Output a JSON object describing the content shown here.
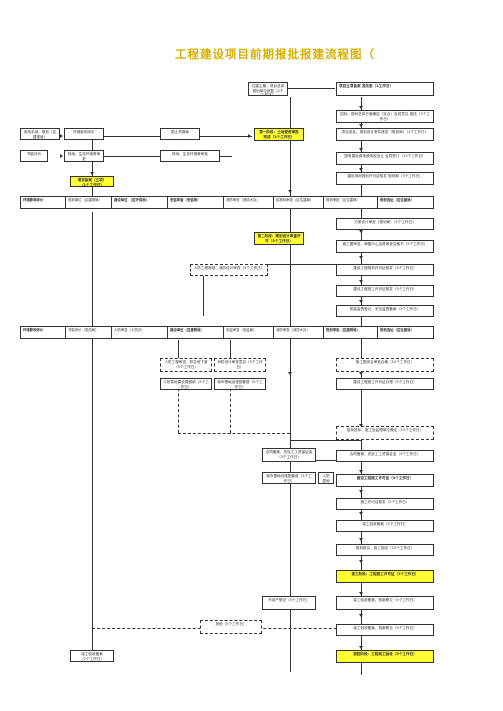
{
  "title": "工程建设项目前期报批报建流程图（",
  "boxes": {
    "b_top_mid": "住建主管、项目总体规划单位批复（2个工作日）",
    "b_top_right": "项目立项备案 发改委（1工作日）",
    "b_r2": "招标、规划总体方案确定（定点）及其意见 报送（3个工作日）",
    "b_r3": "项目选址、规划设计条件核发（规划局）（3个工作日）",
    "b_mid_yellow": "第一阶段：土地使用审批 完成（3个工作日）",
    "b_left1": "用地手续、规划（区建规局）",
    "b_left2": "环境影响评价",
    "b_left3": "节能评价",
    "b_r4": "国有建设用地使用权出让 合同签订（15个工作日）",
    "b_r5": "建设用地规划许可证核发 规划局（3个工作日）",
    "b_center1": "国土资源局",
    "b_center2": "林地、生态环境等审批",
    "b_dark_left": "项目备案（立项）",
    "b_dark_left_sub": "（1个工作日）",
    "b_r6": "方案设计审查（规划局）（5个工作日）",
    "b_yellow2": "第二阶段：规划设计审查许可（5个工作日）",
    "b_r7": "施工图审查、审图中心出具审查合格书（5个工作日）",
    "b_dash1": "人防工程审批、消防设计审查（5个工作日）",
    "b_r8": "建设工程规划许可证核发（3个工作日）",
    "b_r9": "建设工程施工许可证核发（3个工作日）",
    "b_dash_l1": "人防工程审查、防空地下室（5个工作日）",
    "b_dash_l2": "消防设计审查意见（5个工作日）",
    "b_r10": "质量监督登记、安全监督备案（3个工作日）",
    "b_r11": "施工图综合审查合格（10个工作日）",
    "b_low_l1": "人防易地建设费缴纳（5个工作日）",
    "b_low_l2": "城市基础设施配套费（5个工作日）",
    "b_r12": "建设工程施工许可证办理（5个工作日）",
    "b_dash_r1": "招标投标、施工及监理单位确定（15个工作日）",
    "b_r13": "合同备案、农民工工资保证金（3个工作日）",
    "b_r14": "建设工程施工许可证（3个工作日）",
    "b_r15": "施工许可证核发（2个工作日）",
    "b_r16": "竣工验收备案（5个工作日）",
    "b_r17": "规划核实、竣工验收（10个工作日）",
    "b_yellow3": "第三阶段：工程施工许可证（3个工作日）",
    "b_r18": "不动产登记（5个工作日）",
    "b_r19": "竣工验收备案、档案移交（5个工作日）",
    "b_dash_bot": "其他（5个工作日）",
    "b_bottom_left": "竣工验收备案",
    "b_bottom_left_sub": "（2个工作日）",
    "b_yellow4": "第四阶段：工程竣工验收（5个工作日）"
  },
  "rows": {
    "row1": [
      "环境影响评价",
      "规划单位（区建规局）",
      "建设单位 （区环保局）",
      "安监审查（安监局）",
      "消防审查（消防大队）",
      "招投标审查（区住建局）",
      "规划审批（区住建局）",
      "规划选址（区住建局）"
    ],
    "row2": [
      "环境影响评价",
      "节能评价（发改局）",
      "人防审查（人防办）",
      "建设单位（区建规局）",
      "安监审查（安监局）",
      "消防审查（消防大队）",
      "规划审批（区建规局）",
      "规划选址（区住建局）"
    ]
  }
}
